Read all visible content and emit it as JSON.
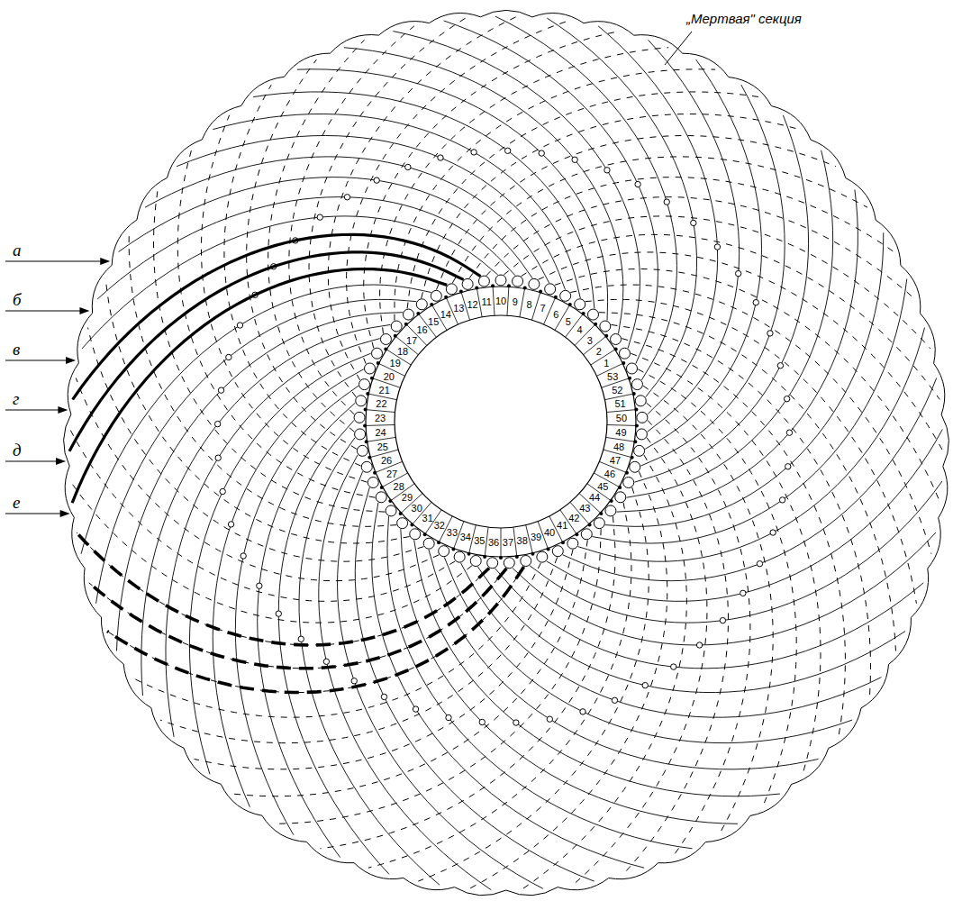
{
  "diagram": {
    "labels": [
      "„Мертвая\" секция",
      "а",
      "б",
      "в",
      "г",
      "д",
      "е",
      "1",
      "2",
      "3",
      "4",
      "5",
      "6",
      "7",
      "8",
      "9",
      "10",
      "11",
      "12",
      "13",
      "14",
      "15",
      "16",
      "17",
      "18",
      "19",
      "20",
      "21",
      "22",
      "23",
      "24",
      "25",
      "26",
      "27",
      "28",
      "29",
      "30",
      "31",
      "32",
      "33",
      "34",
      "35",
      "36",
      "37",
      "38",
      "39",
      "40",
      "41",
      "42",
      "43",
      "44",
      "45",
      "46",
      "47",
      "48",
      "49",
      "50",
      "51",
      "52",
      "53"
    ]
  }
}
